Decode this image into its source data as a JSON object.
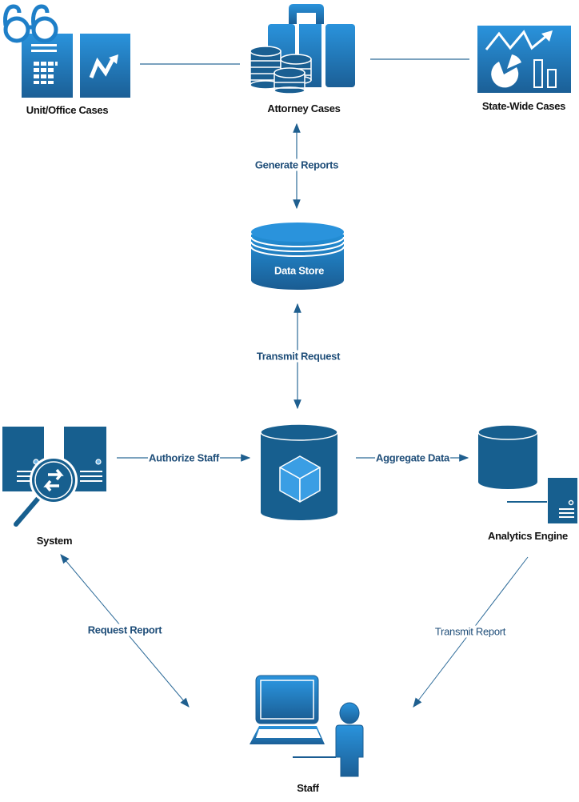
{
  "colors": {
    "light_blue_top": "#2a93dc",
    "light_blue_bottom": "#1b5f96",
    "dark_blue": "#175f8f",
    "connector": "#2c6a98",
    "label_text": "#1f4e79",
    "node_text": "#111111"
  },
  "nodes": {
    "unit_office_cases": {
      "label": "Unit/Office Cases",
      "icon": "glasses-calculator-chart-icon"
    },
    "attorney_cases": {
      "label": "Attorney Cases",
      "icon": "briefcase-coins-icon"
    },
    "state_wide_cases": {
      "label": "State-Wide Cases",
      "icon": "analytics-dashboard-icon"
    },
    "data_store": {
      "label": "Data Store",
      "icon": "database-cylinder-icon"
    },
    "central_repository": {
      "label": "",
      "icon": "database-cube-icon"
    },
    "system": {
      "label": "System",
      "icon": "server-search-exchange-icon"
    },
    "analytics_engine": {
      "label": "Analytics Engine",
      "icon": "database-server-icon"
    },
    "staff": {
      "label": "Staff",
      "icon": "computer-user-icon"
    }
  },
  "edges": {
    "unit_to_attorney": {
      "label": "",
      "from": "Unit/Office Cases",
      "to": "Attorney Cases",
      "arrows": "none"
    },
    "attorney_to_statewide": {
      "label": "",
      "from": "Attorney Cases",
      "to": "State-Wide Cases",
      "arrows": "none"
    },
    "generate_reports": {
      "label": "Generate Reports",
      "from": "Attorney Cases",
      "to": "Data Store",
      "arrows": "both"
    },
    "transmit_request": {
      "label": "Transmit Request",
      "from": "Data Store",
      "to": "central repository",
      "arrows": "both"
    },
    "authorize_staff": {
      "label": "Authorize Staff",
      "from": "System",
      "to": "central repository",
      "arrows": "end"
    },
    "aggregate_data": {
      "label": "Aggregate Data",
      "from": "central repository",
      "to": "Analytics Engine",
      "arrows": "end"
    },
    "request_report": {
      "label": "Request Report",
      "from": "System",
      "to": "Staff",
      "arrows": "both"
    },
    "transmit_report": {
      "label": "Transmit Report",
      "from": "Analytics Engine",
      "to": "Staff",
      "arrows": "end"
    }
  }
}
